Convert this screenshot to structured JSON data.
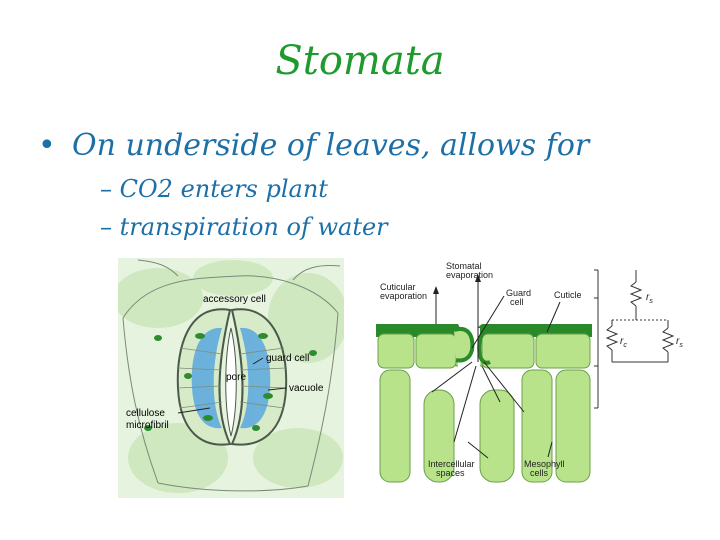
{
  "slide": {
    "title": "Stomata",
    "bullet": "On underside of leaves, allows for",
    "subs": [
      "– CO2  enters plant",
      "– transpiration of water"
    ]
  },
  "left_diagram": {
    "labels": {
      "accessory": "accessory cell",
      "guard": "guard cell",
      "pore": "pore",
      "vacuole": "vacuole",
      "cellulose1": "cellulose",
      "cellulose2": "microfibril"
    }
  },
  "right_diagram": {
    "labels": {
      "stomatal1": "Stomatal",
      "stomatal2": "evaporation",
      "cuticular1": "Cuticular",
      "cuticular2": "evaporation",
      "guard1": "Guard",
      "guard2": "cell",
      "cuticle": "Cuticle",
      "rs": "r",
      "rs_sub": "s",
      "rc": "r",
      "rc_sub": "c",
      "rs2": "r",
      "rs2_sub": "s",
      "intercellular1": "Intercellular",
      "intercellular2": "spaces",
      "mesophyll1": "Mesophyll",
      "mesophyll2": "cells"
    }
  },
  "colors": {
    "title": "#1f9a2e",
    "text": "#1d6fa8",
    "cell_green": "#b8e38a",
    "dark_green": "#2a8a2a",
    "vacuole_blue": "#5aa8e0"
  }
}
